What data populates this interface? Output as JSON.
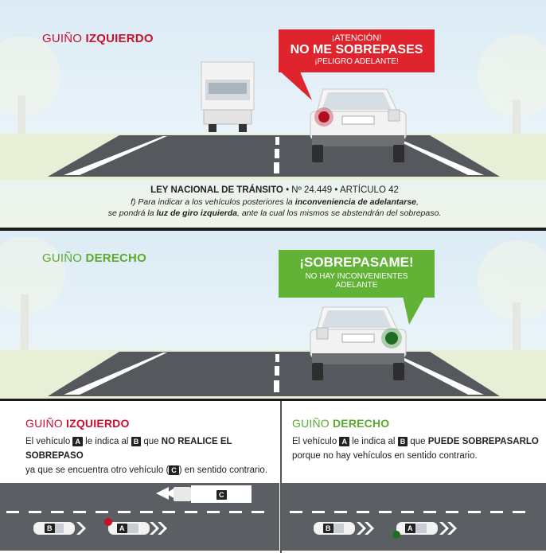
{
  "top_panel": {
    "title_prefix": "GUIÑO ",
    "title_main": "IZQUIERDO",
    "bubble_line1": "¡ATENCIÓN!",
    "bubble_line2": "NO ME SOBREPASES",
    "bubble_line3": "¡PELIGRO ADELANTE!",
    "law_title_a": "LEY NACIONAL DE TRÁNSITO",
    "law_title_b": " • Nº 24.449 • ARTÍCULO 42",
    "law_text_1": "f) Para indicar a los vehículos posteriores la ",
    "law_text_1b": "inconveniencia de adelantarse",
    "law_text_1c": ",",
    "law_text_2": "se pondrá la ",
    "law_text_2b": "luz de giro izquierda",
    "law_text_2c": ", ante la cual los mismos se abstendrán del sobrepaso."
  },
  "mid_panel": {
    "title_prefix": "GUIÑO ",
    "title_main": "DERECHO",
    "bubble_line1": "¡SOBREPASAME!",
    "bubble_line2": "NO HAY INCONVENIENTES",
    "bubble_line3": "ADELANTE"
  },
  "bottom_left": {
    "title_prefix": "GUIÑO ",
    "title_main": "IZQUIERDO",
    "t1": "El vehículo ",
    "a": "A",
    "t2": " le indica al ",
    "b": "B",
    "t3": " que ",
    "strong": "NO REALICE EL SOBREPASO",
    "t4": "ya que se encuentra otro vehículo (",
    "c": "C",
    "t5": ") en sentido contrario.",
    "car_a": "A",
    "car_b": "B",
    "truck_c": "C"
  },
  "bottom_right": {
    "title_prefix": "GUIÑO ",
    "title_main": "DERECHO",
    "t1": "El vehículo ",
    "a": "A",
    "t2": " le indica al ",
    "b": "B",
    "t3": " que ",
    "strong": "PUEDE SOBREPASARLO",
    "t4": "porque no hay vehículos en sentido contrario.",
    "car_a": "A",
    "car_b": "B"
  },
  "colors": {
    "red": "#c8102e",
    "green": "#5aab2e",
    "road": "#5b5e62"
  }
}
